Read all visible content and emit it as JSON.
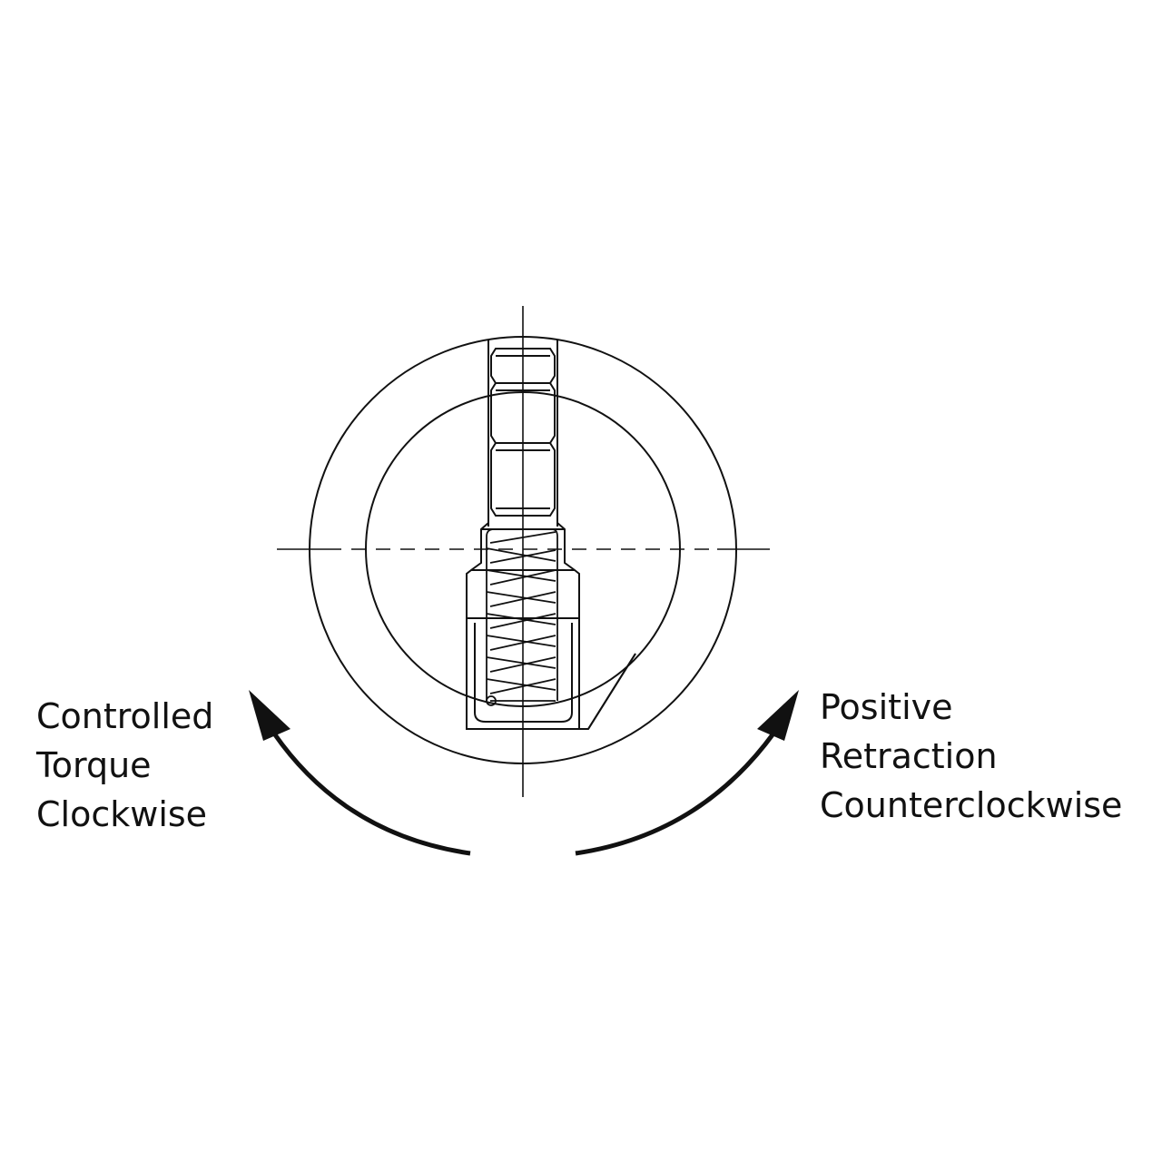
{
  "diagram": {
    "line_color": "#111111",
    "background": "#ffffff",
    "left_label": {
      "lines": [
        "Controlled",
        "Torque",
        "Clockwise"
      ]
    },
    "right_label": {
      "lines": [
        "Positive",
        "Retraction",
        "Counterclockwise"
      ]
    },
    "icons": [
      "outer-circle",
      "inner-circle",
      "spring",
      "plunger",
      "centerline",
      "curved-arrow-left",
      "curved-arrow-right"
    ]
  }
}
